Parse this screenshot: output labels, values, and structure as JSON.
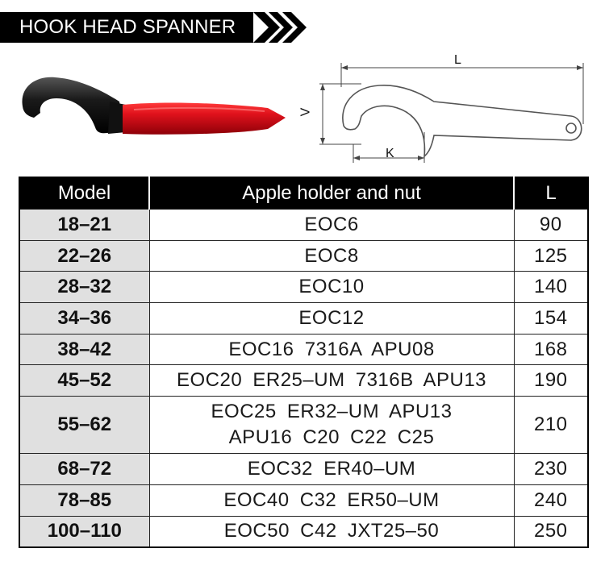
{
  "header": {
    "title": "HOOK HEAD SPANNER"
  },
  "drawing": {
    "label_length": "L",
    "label_height": "V",
    "label_hook": "K"
  },
  "table": {
    "columns": [
      "Model",
      "Apple holder and nut",
      "L"
    ],
    "rows": [
      {
        "model": "18–21",
        "holder": "EOC6",
        "length": "90"
      },
      {
        "model": "22–26",
        "holder": "EOC8",
        "length": "125"
      },
      {
        "model": "28–32",
        "holder": "EOC10",
        "length": "140"
      },
      {
        "model": "34–36",
        "holder": "EOC12",
        "length": "154"
      },
      {
        "model": "38–42",
        "holder": "EOC16  7316A  APU08",
        "length": "168"
      },
      {
        "model": "45–52",
        "holder": "EOC20  ER25–UM  7316B  APU13",
        "length": "190"
      },
      {
        "model": "55–62",
        "holder": "EOC25  ER32–UM  APU13\nAPU16  C20  C22  C25",
        "length": "210"
      },
      {
        "model": "68–72",
        "holder": "EOC32  ER40–UM",
        "length": "230"
      },
      {
        "model": "78–85",
        "holder": "EOC40  C32  ER50–UM",
        "length": "240"
      },
      {
        "model": "100–110",
        "holder": "EOC50  C42  JXT25–50",
        "length": "250"
      }
    ]
  },
  "colors": {
    "handle_red": "#d0101a",
    "head_black": "#111111",
    "banner_black": "#000000"
  }
}
